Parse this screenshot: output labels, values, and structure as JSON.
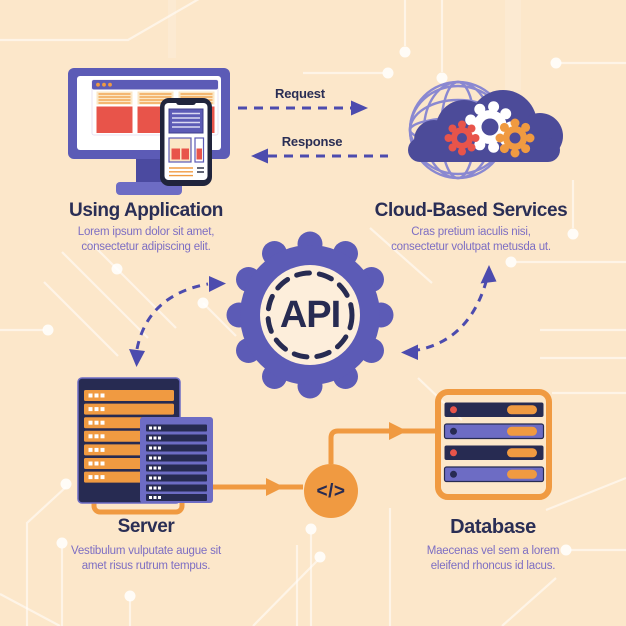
{
  "palette": {
    "background": "#fce7ca",
    "indigo": "#5c5bb6",
    "cloud_indigo": "#4c4b99",
    "light_indigo": "#6d6cc4",
    "dark_navy": "#272b52",
    "title_navy": "#2a2e55",
    "purple_text": "#7d6ec3",
    "red": "#e8544a",
    "orange": "#f09a41",
    "globe_lavender": "#8a88d1",
    "arrow_indigo": "#4c4bae",
    "gear_center_cream": "#fdeedb"
  },
  "center": {
    "api_label": "API"
  },
  "flow": {
    "request_label": "Request",
    "response_label": "Response",
    "code_label": "</>"
  },
  "nodes": {
    "application": {
      "title": "Using Application",
      "desc": [
        "Lorem ipsum dolor sit amet,",
        "consectetur adipiscing elit."
      ]
    },
    "cloud": {
      "title": "Cloud-Based Services",
      "desc": [
        "Cras pretium iaculis nisi,",
        "consectetur volutpat metusda ut."
      ]
    },
    "server": {
      "title": "Server",
      "desc": [
        "Vestibulum vulputate augue sit",
        "amet risus rutrum tempus."
      ]
    },
    "database": {
      "title": "Database",
      "desc": [
        "Maecenas vel sem a lorem",
        "eleifend rhoncus id lacus."
      ]
    }
  }
}
